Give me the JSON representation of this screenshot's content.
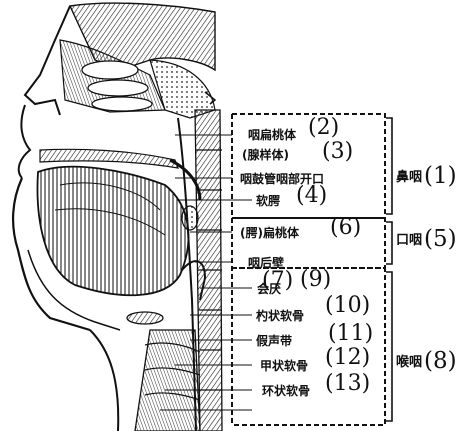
{
  "labels": {
    "pharyngeal_tonsil": {
      "text": "咽扁桃体",
      "num": "(2)"
    },
    "adenoid": {
      "text": "(腺样体)",
      "num": "(3)"
    },
    "eustachian_opening": {
      "text": "咽鼓管咽部开口"
    },
    "soft_palate": {
      "text": "软腭",
      "num": "(4)"
    },
    "palatine_tonsil": {
      "text": "(腭)扁桃体",
      "num": "(6)"
    },
    "posterior_wall": {
      "text": "咽后壁",
      "num": "(7)"
    },
    "epiglottis": {
      "text": "会厌",
      "num": "(9)"
    },
    "arytenoid": {
      "text": "杓状软骨",
      "num": "(10)"
    },
    "false_vocal_cord": {
      "text": "假声带",
      "num": "(11)"
    },
    "thyroid_cartilage": {
      "text": "甲状软骨",
      "num": "(12)"
    },
    "cricoid_cartilage": {
      "text": "环状软骨",
      "num": "(13)"
    }
  },
  "regions": {
    "nasopharynx": {
      "text": "鼻咽",
      "num": "(1)"
    },
    "oropharynx": {
      "text": "口咽",
      "num": "(5)"
    },
    "laryngopharynx": {
      "text": "喉咽",
      "num": "(8)"
    }
  }
}
